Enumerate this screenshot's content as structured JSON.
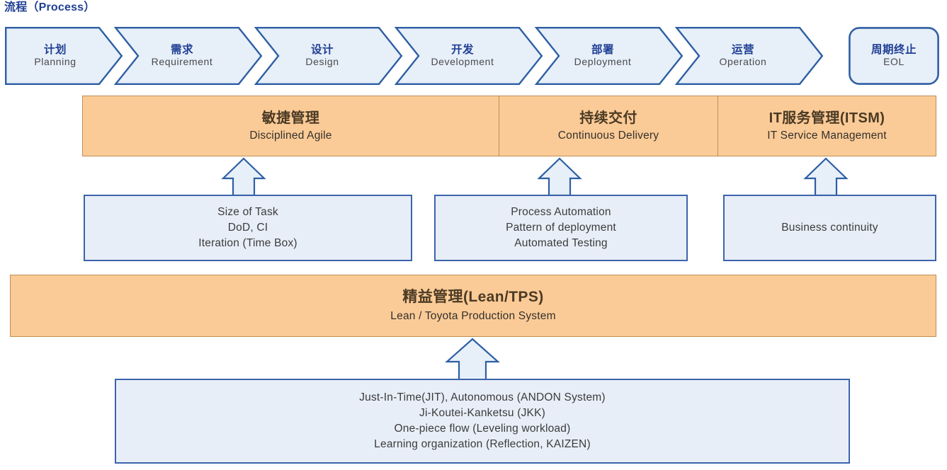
{
  "title": "流程（Process）",
  "process": {
    "steps": [
      {
        "cn": "计划",
        "en": "Planning",
        "shape": "pentagon-arrow"
      },
      {
        "cn": "需求",
        "en": "Requirement",
        "shape": "chevron"
      },
      {
        "cn": "设计",
        "en": "Design",
        "shape": "chevron"
      },
      {
        "cn": "开发",
        "en": "Development",
        "shape": "chevron"
      },
      {
        "cn": "部署",
        "en": "Deployment",
        "shape": "chevron"
      },
      {
        "cn": "运营",
        "en": "Operation",
        "shape": "chevron"
      },
      {
        "cn": "周期终止",
        "en": "EOL",
        "shape": "rounded-rect"
      }
    ]
  },
  "practice_band": {
    "cells": [
      {
        "cn": "敏捷管理",
        "en": "Disciplined Agile"
      },
      {
        "cn": "持续交付",
        "en": "Continuous Delivery"
      },
      {
        "cn": "IT服务管理(ITSM)",
        "en": "IT Service Management"
      }
    ]
  },
  "detail_boxes": [
    {
      "lines": [
        "Size of Task",
        "DoD, CI",
        "Iteration (Time Box)"
      ]
    },
    {
      "lines": [
        "Process Automation",
        "Pattern of deployment",
        "Automated Testing"
      ]
    },
    {
      "lines": [
        "Business continuity"
      ]
    }
  ],
  "lean_band": {
    "cn": "精益管理(Lean/TPS)",
    "en": "Lean / Toyota Production System"
  },
  "lean_detail_box": {
    "lines": [
      "Just-In-Time(JIT), Autonomous (ANDON System)",
      "Ji-Koutei-Kanketsu (JKK)",
      "One-piece flow (Leveling workload)",
      "Learning organization (Reflection, KAIZEN)"
    ]
  },
  "colors": {
    "title_blue": "#1f3f93",
    "chevron_fill": "#e4edf8",
    "chevron_stroke": "#2e5fa3",
    "band_orange": "#fbcb97",
    "band_orange_stroke": "#bf8f52",
    "box_blue_fill": "#e8eef8",
    "box_blue_stroke": "#3c64ac"
  }
}
